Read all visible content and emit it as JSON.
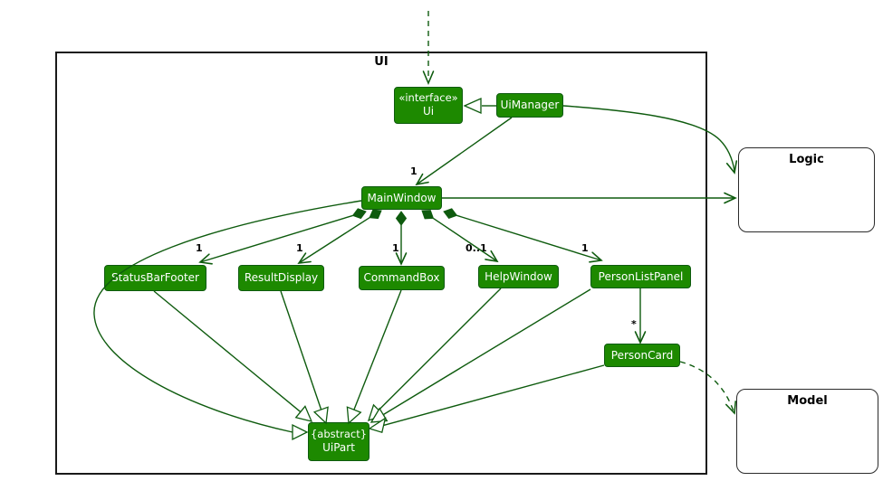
{
  "frame": {
    "label": "UI"
  },
  "nodes": {
    "ui": {
      "stereotype": "«interface»",
      "name": "Ui"
    },
    "uimanager": {
      "name": "UiManager"
    },
    "mainwindow": {
      "name": "MainWindow"
    },
    "statusbarfooter": {
      "name": "StatusBarFooter"
    },
    "resultdisplay": {
      "name": "ResultDisplay"
    },
    "commandbox": {
      "name": "CommandBox"
    },
    "helpwindow": {
      "name": "HelpWindow"
    },
    "personlistpanel": {
      "name": "PersonListPanel"
    },
    "personcard": {
      "name": "PersonCard"
    },
    "uipart": {
      "stereotype": "{abstract}",
      "name": "UiPart"
    },
    "logic": {
      "name": "Logic"
    },
    "model": {
      "name": "Model"
    }
  },
  "multiplicities": {
    "uimanager_mainwindow": "1",
    "mainwindow_statusbarfooter": "1",
    "mainwindow_resultdisplay": "1",
    "mainwindow_commandbox": "1",
    "mainwindow_helpwindow": "0..1",
    "mainwindow_personlistpanel": "1",
    "personlistpanel_personcard": "*"
  },
  "palette": {
    "node_fill": "#1D8900",
    "node_border": "#0E5B0E",
    "node_text": "#FFFFFF",
    "edge_color": "#0E5B0E",
    "frame_border": "#1A1A1A",
    "ext_border": "#2B2B2B",
    "label_color": "#000000",
    "bg": "#FFFFFF"
  }
}
